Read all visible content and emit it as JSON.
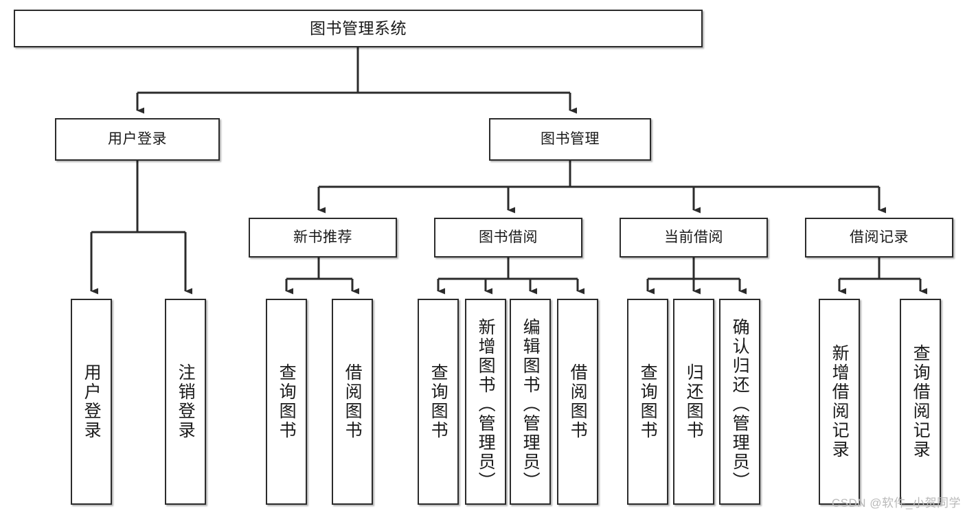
{
  "diagram": {
    "title": "图书管理系统",
    "watermark": "CSDN @软件_小贺同学",
    "stroke_color": "#2b2b2b",
    "text_color": "#1a1a1a",
    "background": "#ffffff"
  },
  "nodes": {
    "root": {
      "label": "图书管理系统"
    },
    "level2": [
      {
        "label": "用户登录"
      },
      {
        "label": "图书管理"
      }
    ],
    "level3": [
      {
        "label": "新书推荐"
      },
      {
        "label": "图书借阅"
      },
      {
        "label": "当前借阅"
      },
      {
        "label": "借阅记录"
      }
    ],
    "leaves": [
      {
        "label": "用户登录"
      },
      {
        "label": "注销登录"
      },
      {
        "label": "查询图书"
      },
      {
        "label": "借阅图书"
      },
      {
        "label": "查询图书"
      },
      {
        "label": "新增图书（管理员）"
      },
      {
        "label": "编辑图书（管理员）"
      },
      {
        "label": "借阅图书"
      },
      {
        "label": "查询图书"
      },
      {
        "label": "归还图书"
      },
      {
        "label": "确认归还（管理员）"
      },
      {
        "label": "新增借阅记录"
      },
      {
        "label": "查询借阅记录"
      }
    ]
  },
  "chart_data": {
    "type": "diagram",
    "title": "图书管理系统",
    "structure": "tree",
    "tree": {
      "name": "图书管理系统",
      "children": [
        {
          "name": "用户登录",
          "children": [
            {
              "name": "用户登录"
            },
            {
              "name": "注销登录"
            }
          ]
        },
        {
          "name": "图书管理",
          "children": [
            {
              "name": "新书推荐",
              "children": [
                {
                  "name": "查询图书"
                },
                {
                  "name": "借阅图书"
                }
              ]
            },
            {
              "name": "图书借阅",
              "children": [
                {
                  "name": "查询图书"
                },
                {
                  "name": "新增图书（管理员）"
                },
                {
                  "name": "编辑图书（管理员）"
                },
                {
                  "name": "借阅图书"
                }
              ]
            },
            {
              "name": "当前借阅",
              "children": [
                {
                  "name": "查询图书"
                },
                {
                  "name": "归还图书"
                },
                {
                  "name": "确认归还（管理员）"
                }
              ]
            },
            {
              "name": "借阅记录",
              "children": [
                {
                  "name": "新增借阅记录"
                },
                {
                  "name": "查询借阅记录"
                }
              ]
            }
          ]
        }
      ]
    }
  }
}
